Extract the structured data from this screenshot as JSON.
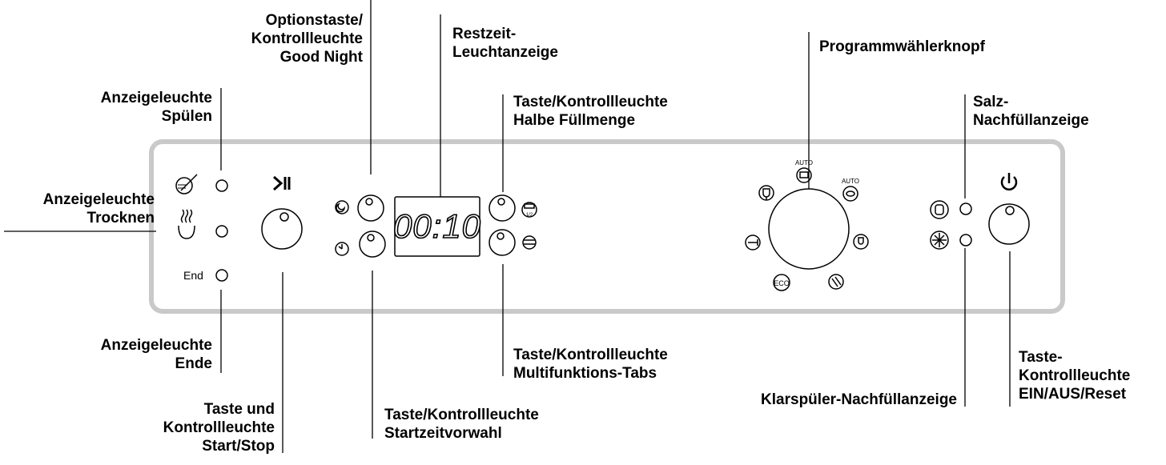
{
  "display": {
    "time": "00:10"
  },
  "panel": {
    "end_text": "End",
    "auto_text": "AUTO",
    "eco_text": "ECO",
    "half_text": "1/2"
  },
  "labels": {
    "anzeige_spuelen": [
      "Anzeigeleuchte",
      "Spülen"
    ],
    "anzeige_trocknen": [
      "Anzeigeleuchte",
      "Trocknen"
    ],
    "anzeige_ende": [
      "Anzeigeleuchte",
      "Ende"
    ],
    "start_stop": [
      "Taste und",
      "Kontrollleuchte",
      "Start/Stop"
    ],
    "good_night": [
      "Optionstaste/",
      "Kontrollleuchte",
      "Good Night"
    ],
    "restzeit": [
      "Restzeit-",
      "Leuchtanzeige"
    ],
    "startzeit": [
      "Taste/Kontrollleuchte",
      "Startzeitvorwahl"
    ],
    "halbe": [
      "Taste/Kontrollleuchte",
      "Halbe Füllmenge"
    ],
    "multitabs": [
      "Taste/Kontrollleuchte",
      "Multifunktions-Tabs"
    ],
    "programmwahl": [
      "Programmwählerknopf"
    ],
    "klarspueler": [
      "Klarspüler-Nachfüllanzeige"
    ],
    "salz": [
      "Salz-",
      "Nachfüllanzeige"
    ],
    "ein_aus": [
      "Taste-",
      "Kontrollleuchte",
      "EIN/AUS/Reset"
    ]
  }
}
